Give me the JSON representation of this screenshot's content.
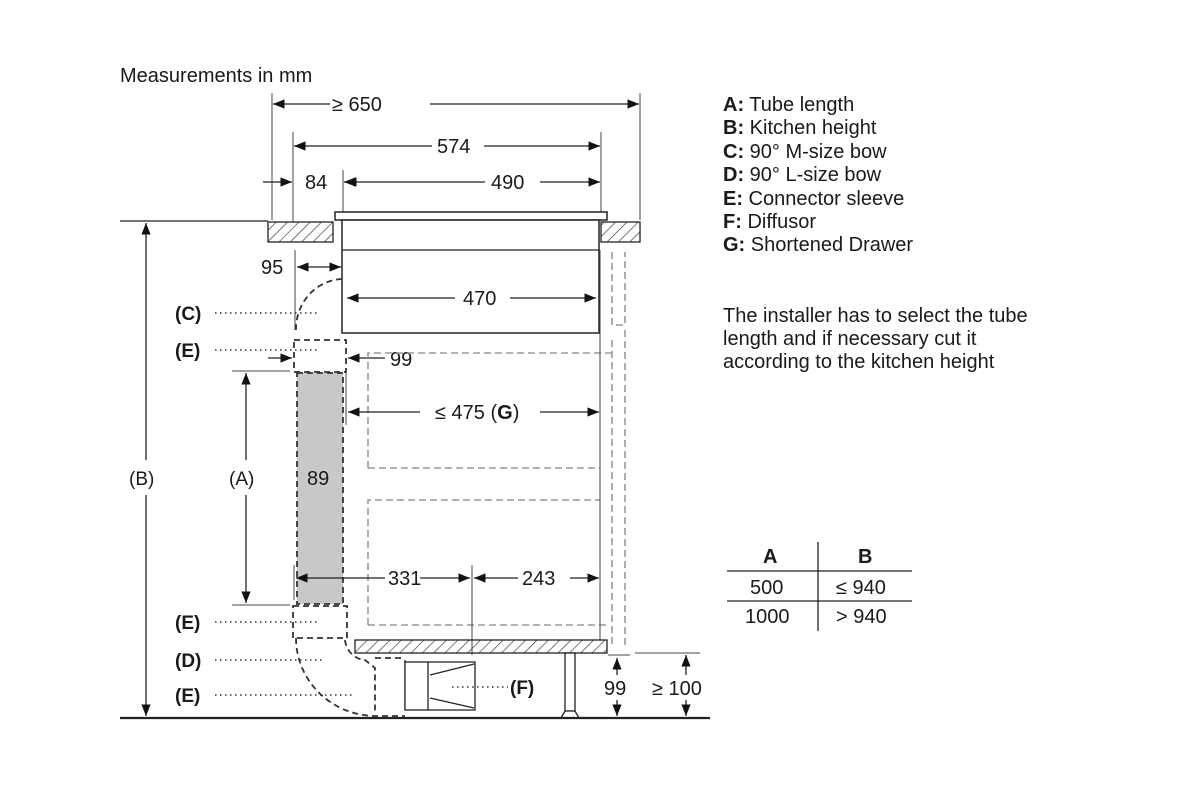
{
  "title": "Measurements in mm",
  "dimensions": {
    "overall_width": "≥ 650",
    "width_574": "574",
    "offset_84": "84",
    "width_490": "490",
    "offset_95": "95",
    "depth_470": "470",
    "sleeve_99": "99",
    "drawer_475_prefix": "≤ 475 (",
    "drawer_475_letter": "G",
    "drawer_475_suffix": ")",
    "tube_89": "89",
    "dist_331": "331",
    "dist_243": "243",
    "plinth_99": "99",
    "plinth_min": "≥ 100"
  },
  "callouts": {
    "A": "(A)",
    "B": "(B)",
    "C": "(C)",
    "D": "(D)",
    "E": "(E)",
    "F": "(F)"
  },
  "legend": [
    {
      "key": "A:",
      "text": " Tube length"
    },
    {
      "key": "B:",
      "text": " Kitchen height"
    },
    {
      "key": "C:",
      "text": " 90° M-size bow"
    },
    {
      "key": "D:",
      "text": " 90° L-size bow"
    },
    {
      "key": "E:",
      "text": " Connector sleeve"
    },
    {
      "key": "F:",
      "text": " Diffusor"
    },
    {
      "key": "G:",
      "text": " Shortened Drawer"
    }
  ],
  "note": [
    "The installer has to select the tube",
    "length and if necessary cut it",
    "according to the kitchen height"
  ],
  "table": {
    "headers": [
      "A",
      "B"
    ],
    "rows": [
      [
        "500",
        "≤ 940"
      ],
      [
        "1000",
        "> 940"
      ]
    ]
  }
}
